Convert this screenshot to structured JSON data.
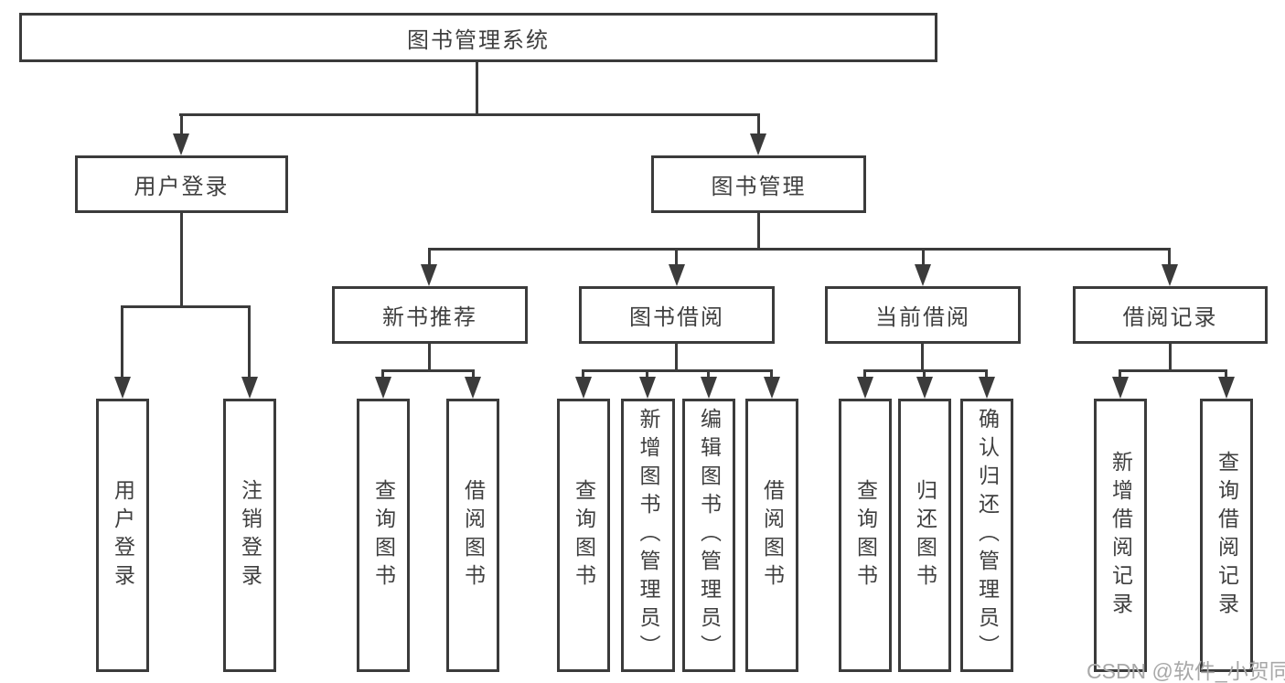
{
  "diagram": {
    "type": "hierarchy-tree",
    "root": {
      "label": "图书管理系统",
      "children": [
        {
          "label": "用户登录",
          "children": [
            {
              "label": "用户登录"
            },
            {
              "label": "注销登录"
            }
          ]
        },
        {
          "label": "图书管理",
          "children": [
            {
              "label": "新书推荐",
              "children": [
                {
                  "label": "查询图书"
                },
                {
                  "label": "借阅图书"
                }
              ]
            },
            {
              "label": "图书借阅",
              "children": [
                {
                  "label": "查询图书"
                },
                {
                  "label": "新增图书（管理员）"
                },
                {
                  "label": "编辑图书（管理员）"
                },
                {
                  "label": "借阅图书"
                }
              ]
            },
            {
              "label": "当前借阅",
              "children": [
                {
                  "label": "查询图书"
                },
                {
                  "label": "归还图书"
                },
                {
                  "label": "确认归还（管理员）"
                }
              ]
            },
            {
              "label": "借阅记录",
              "children": [
                {
                  "label": "新增借阅记录"
                },
                {
                  "label": "查询借阅记录"
                }
              ]
            }
          ]
        }
      ]
    }
  },
  "watermark": "CSDN @软件_小贺同学",
  "colors": {
    "line": "#3b3b3b",
    "text": "#3f3f3f",
    "watermark": "#a8a8a8",
    "bg": "#ffffff"
  }
}
